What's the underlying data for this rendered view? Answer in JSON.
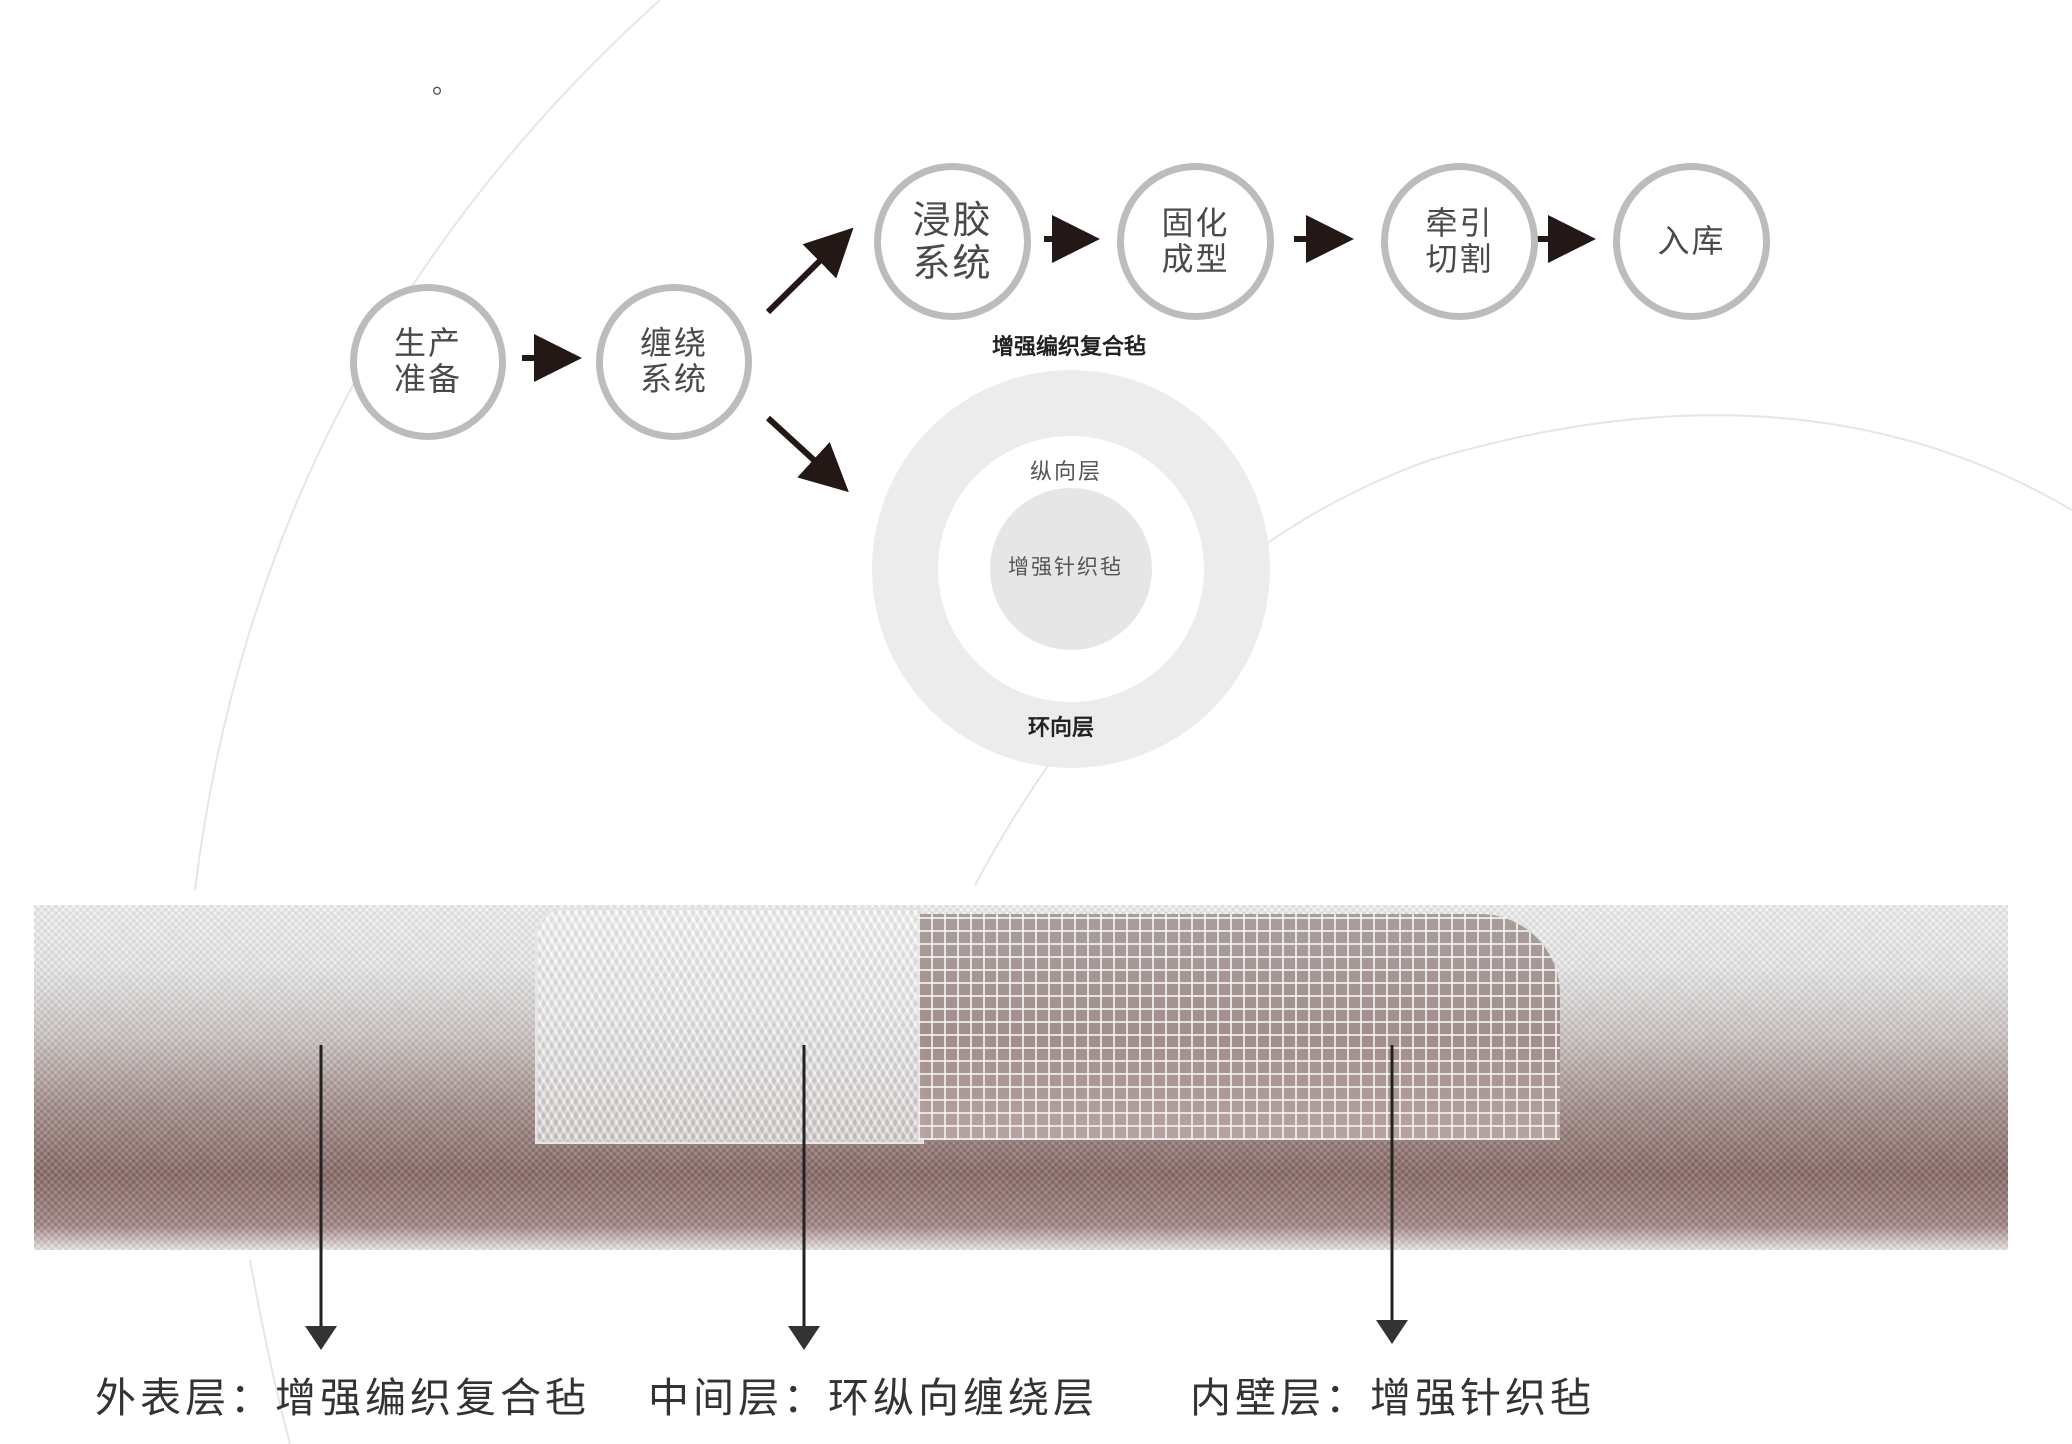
{
  "decorative_mark": "。",
  "flow_nodes": {
    "prep": [
      "生产",
      "准备"
    ],
    "winding": [
      "缠绕",
      "系统"
    ],
    "impregnate": [
      "浸胶",
      "系统"
    ],
    "cure": [
      "固化",
      "成型"
    ],
    "pull_cut": [
      "牵引",
      "切割"
    ],
    "storage": [
      "入库"
    ]
  },
  "composite_label": "增强编织复合毡",
  "layers": {
    "longitudinal": "纵向层",
    "core": "增强针织毡",
    "hoop": "环向层"
  },
  "pipe_labels": {
    "outer": "外表层：增强编织复合毡",
    "middle": "中间层：环纵向缠绕层",
    "inner": "内壁层：增强针织毡"
  },
  "colors": {
    "node_border": "#bcbcbc",
    "arrow": "#231815",
    "ring": "#ececec"
  }
}
